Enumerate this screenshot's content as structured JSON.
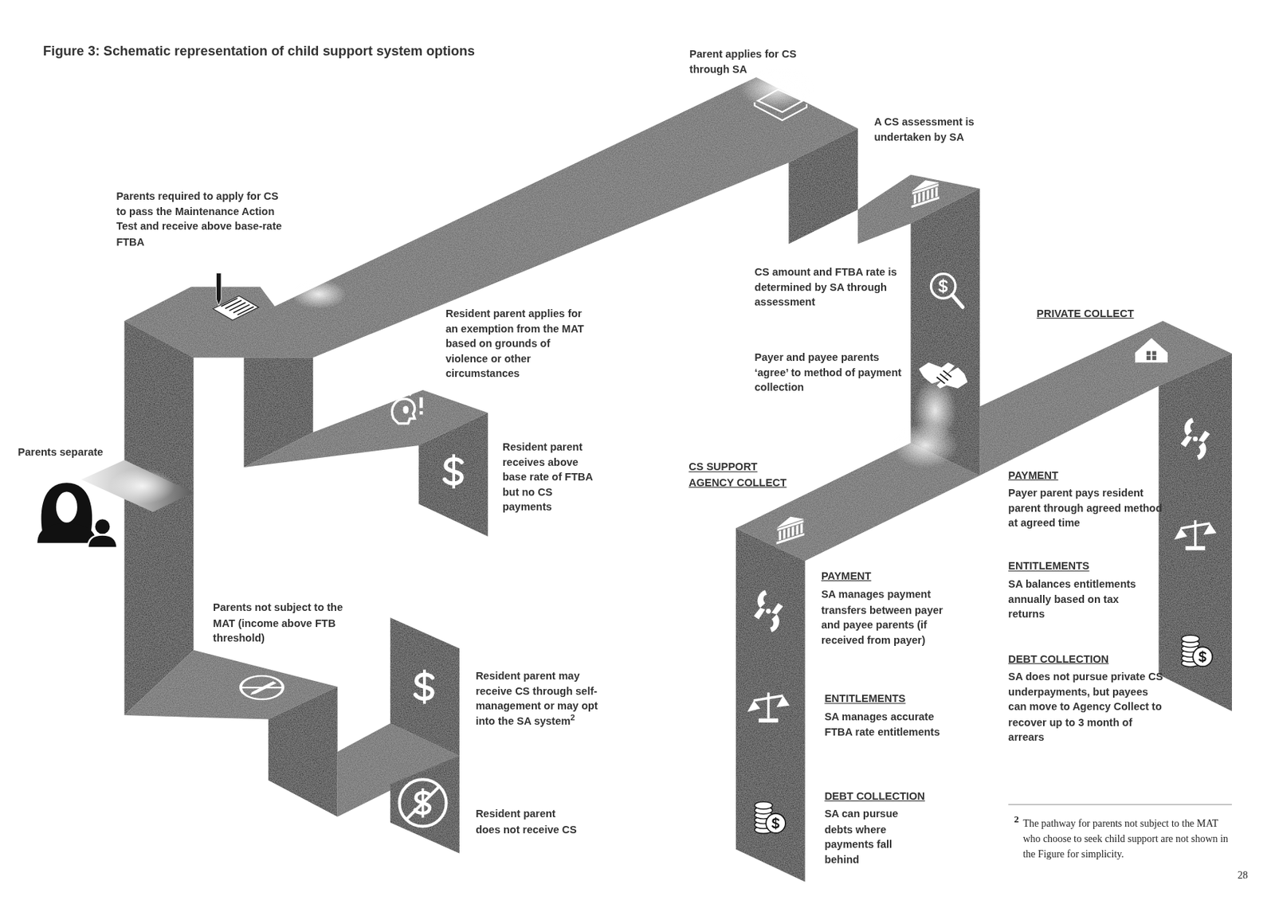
{
  "diagram": {
    "title": "Figure 3: Schematic representation of child support system options",
    "labels": [
      "Parent applies for CS through SA",
      "A CS assessment is undertaken by SA",
      "Parents required to apply for CS to pass the Maintenance Action Test and receive above base-rate FTBA",
      "CS amount and FTBA rate is determined by SA through assessment",
      "Resident parent applies for an exemption from the MAT based on grounds of violence or other circumstances",
      "PRIVATE COLLECT",
      "Payer and payee parents ‘agree’ to method of payment collection",
      "Parents separate",
      "Resident parent receives above base rate of FTBA but no CS payments",
      "CS SUPPORT AGENCY COLLECT",
      "PAYMENT",
      "Payer parent pays resident parent through agreed method at agreed time",
      "ENTITLEMENTS",
      "SA balances entitlements annually based on tax returns",
      "PAYMENT",
      "SA manages payment transfers between payer and payee parents (if received from payer)",
      "Parents not subject to the MAT (income above FTB threshold)",
      "DEBT COLLECTION",
      "SA does not pursue private CS underpayments, but payees can move to Agency Collect to recover up to 3 month of arrears",
      "Resident parent may receive CS through self-management or may opt into the SA system",
      "2",
      "ENTITLEMENTS",
      "SA manages accurate FTBA rate entitlements",
      "DEBT COLLECTION",
      "SA can pursue debts where payments fall behind",
      "Resident parent does not receive CS",
      "2",
      "The pathway for parents not subject to the MAT who choose to seek child support are not shown in the Figure for simplicity.",
      "28"
    ]
  }
}
